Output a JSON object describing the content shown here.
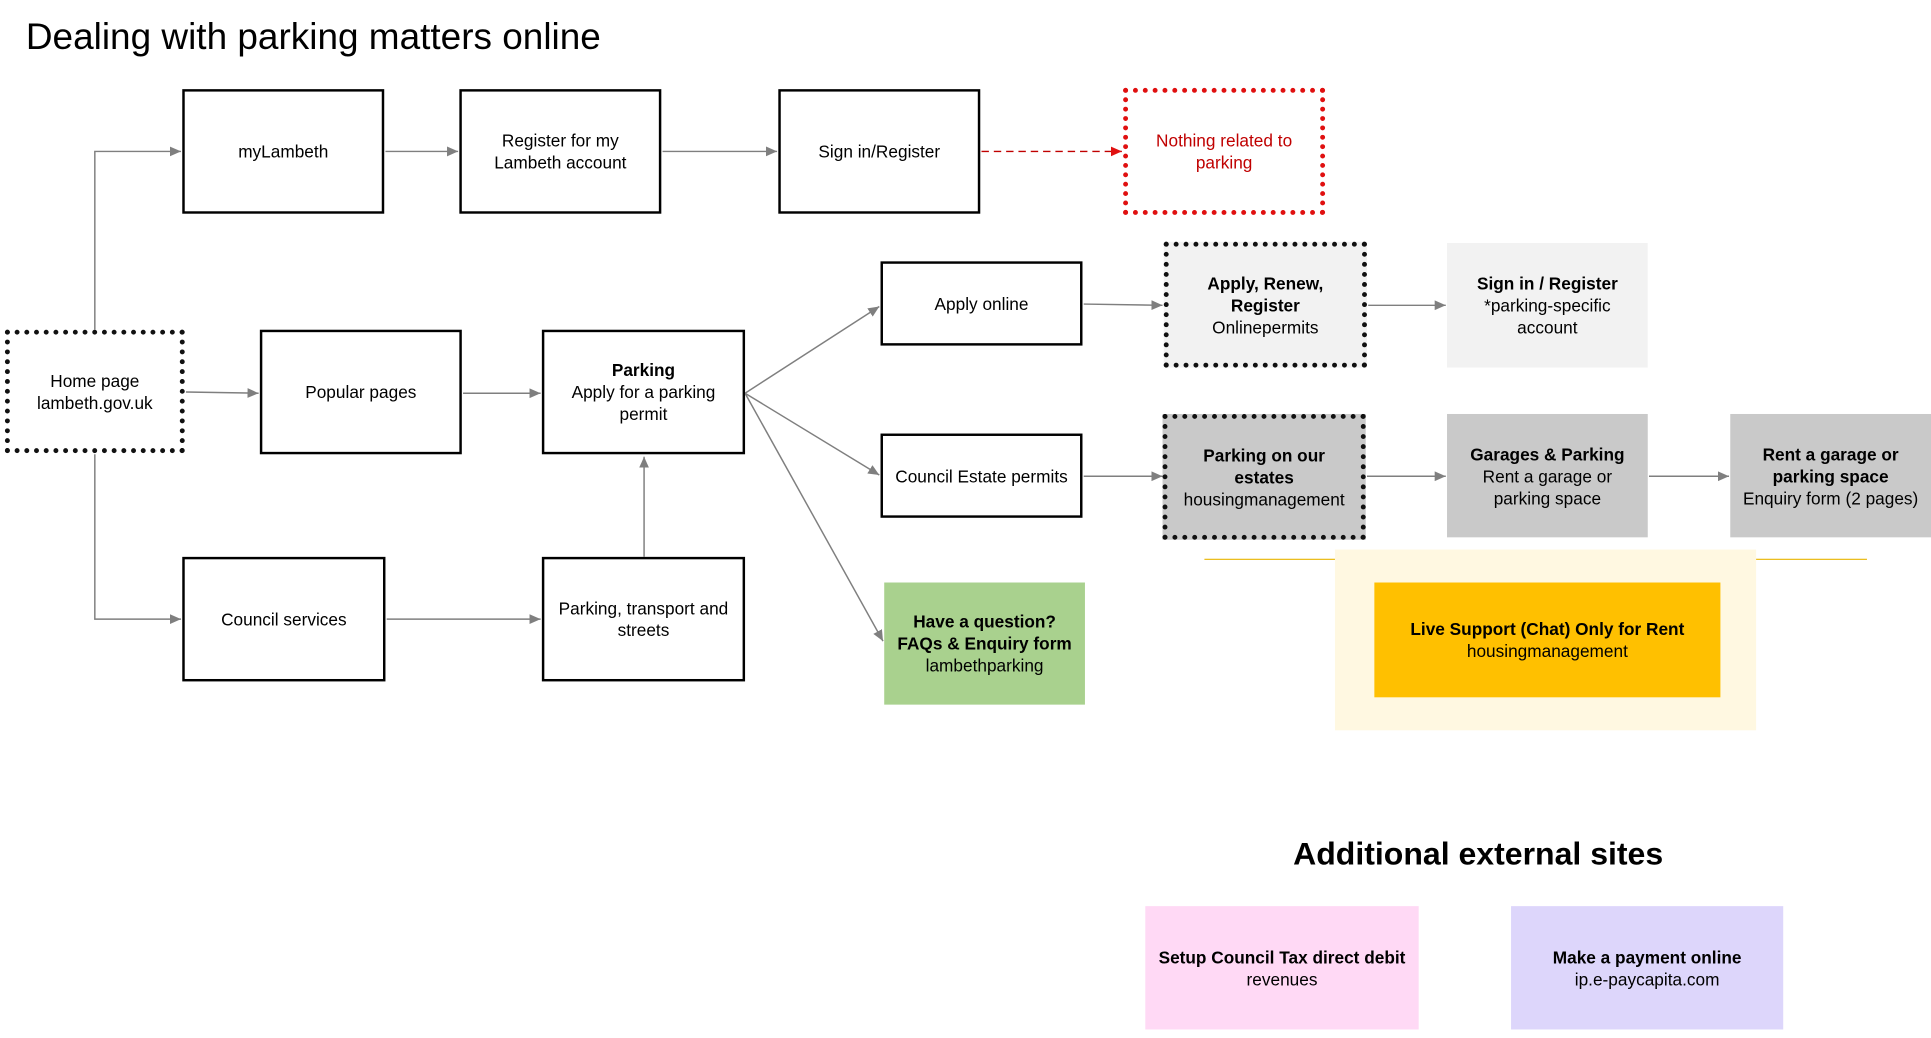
{
  "title": "Dealing with parking matters online",
  "nodes": {
    "mylambeth": {
      "label": "myLambeth"
    },
    "register_account": {
      "label": "Register for my Lambeth account"
    },
    "signin_register": {
      "label": "Sign in/Register"
    },
    "nothing_related": {
      "label": "Nothing related to parking"
    },
    "home_page": {
      "label": "Home page",
      "sub": "lambeth.gov.uk"
    },
    "popular_pages": {
      "label": "Popular pages"
    },
    "parking": {
      "title": "Parking",
      "sub": "Apply for a parking permit"
    },
    "council_services": {
      "label": "Council services"
    },
    "parking_transport": {
      "label": "Parking, transport and streets"
    },
    "apply_online": {
      "label": "Apply online"
    },
    "council_estate": {
      "label": "Council Estate permits"
    },
    "question": {
      "title": "Have a question? FAQs & Enquiry form",
      "sub": "lambethparking"
    },
    "apply_renew": {
      "title": "Apply, Renew, Register",
      "sub": "Onlinepermits"
    },
    "signin_parking": {
      "title": "Sign in / Register",
      "sub": "*parking-specific account"
    },
    "parking_estates": {
      "title": "Parking on our estates",
      "sub": "housingmanagement"
    },
    "garages_parking": {
      "title": "Garages & Parking",
      "sub": "Rent a garage or parking space"
    },
    "rent_garage": {
      "title": "Rent a garage or parking space",
      "sub": "Enquiry form (2 pages)"
    },
    "live_support": {
      "title": "Live Support (Chat)  Only for Rent",
      "sub": "housingmanagement"
    }
  },
  "external": {
    "heading": "Additional external sites",
    "council_tax": {
      "title": "Setup Council Tax direct debit",
      "sub": "revenues"
    },
    "payment": {
      "title": "Make a payment online",
      "sub": "ip.e-paycapita.com"
    }
  },
  "colors": {
    "arrow": "#7f7f7f",
    "dashed_arrow": "#c00000",
    "nothing_related_text": "#c00000",
    "dotted_red_border": "#e01010",
    "light_grey_box": "#f2f2f2",
    "mid_grey_box": "#c9c9c9",
    "green_box": "#a9d18e",
    "amber_box": "#ffc000",
    "amber_glow": "#fff8e1",
    "pink_box": "#ffd9f5",
    "lavender_box": "#ddd6fb"
  }
}
